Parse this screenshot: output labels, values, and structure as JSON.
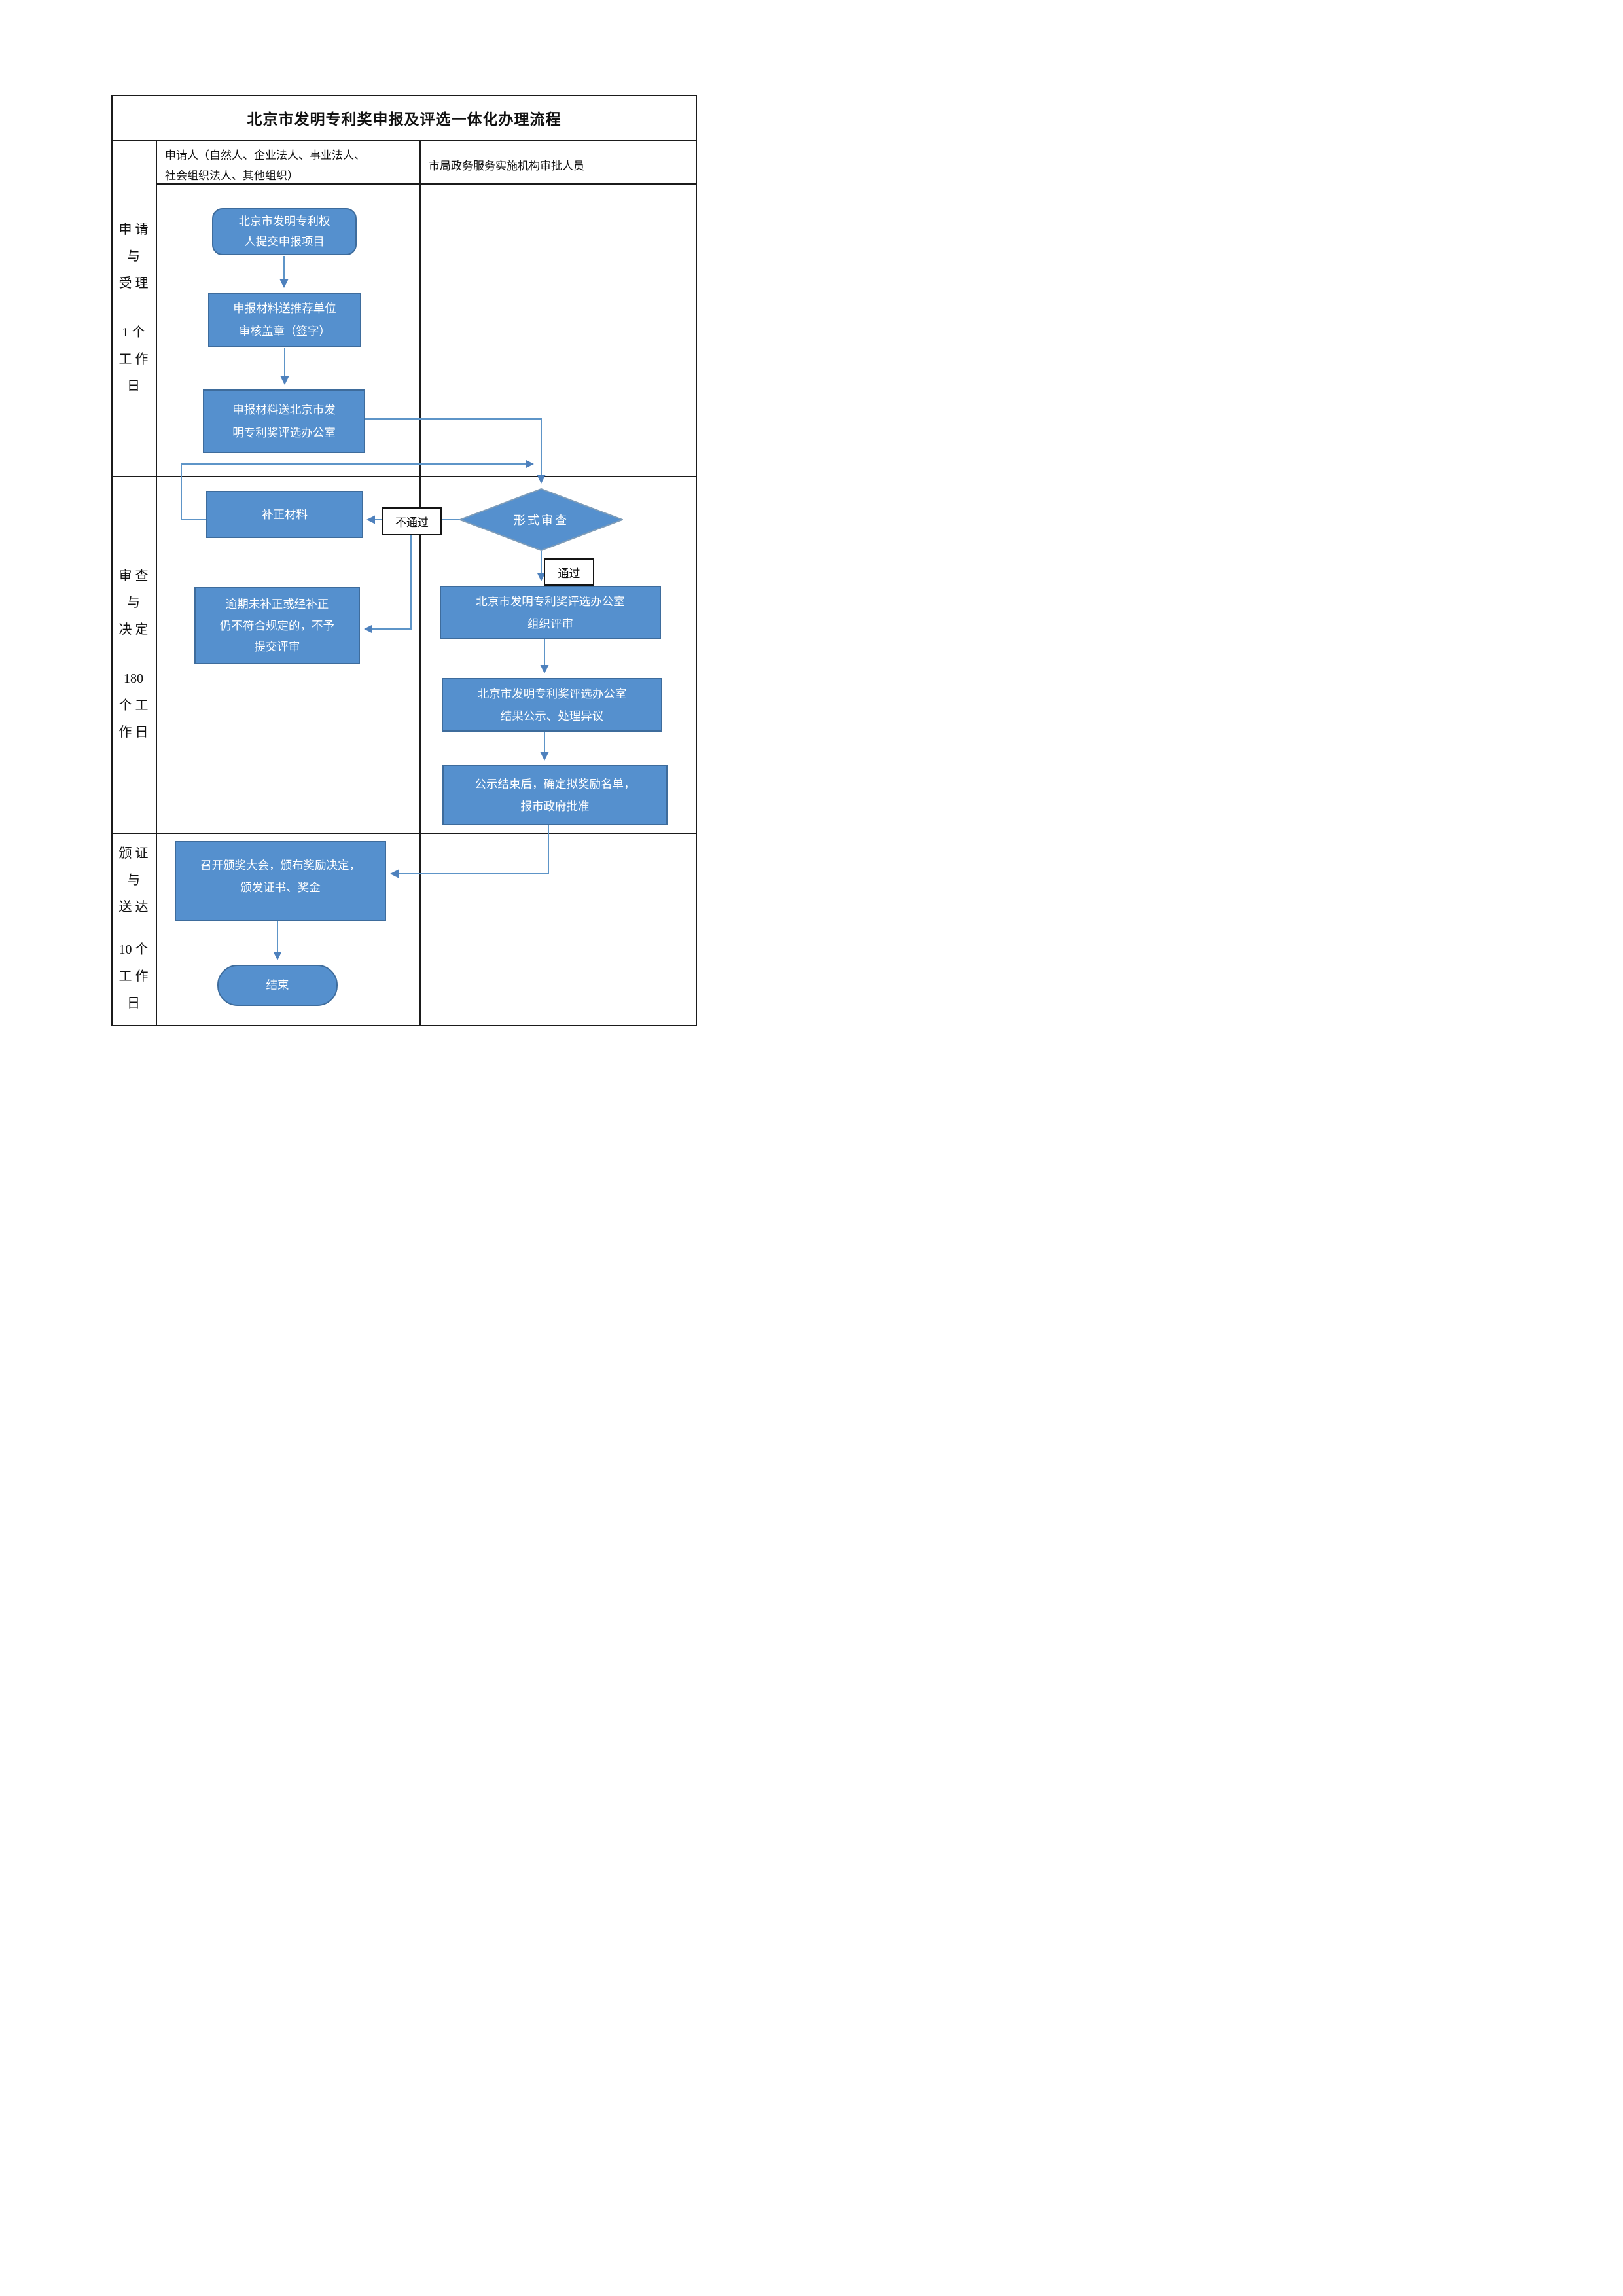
{
  "title": "北京市发明专利奖申报及评选一体化办理流程",
  "columns": {
    "applicant_header_lines": [
      "申请人（自然人、企业法人、事业法人、",
      "社会组织法人、其他组织）"
    ],
    "authority_header": "市局政务服务实施机构审批人员"
  },
  "sections": [
    {
      "phase_lines": [
        "申 请",
        "与",
        "受 理"
      ],
      "duration_lines": [
        "1 个",
        "工 作",
        "日"
      ]
    },
    {
      "phase_lines": [
        "审 查",
        "与",
        "决 定"
      ],
      "duration_lines": [
        "180",
        "个 工",
        "作 日"
      ]
    },
    {
      "phase_lines": [
        "颁 证",
        "与",
        "送 达"
      ],
      "duration_lines": [
        "10 个",
        "工 作",
        "日"
      ]
    }
  ],
  "nodes": {
    "submit": {
      "lines": [
        "北京市发明专利权",
        "人提交申报项目"
      ]
    },
    "recommend": {
      "lines": [
        "申报材料送推荐单位",
        "审核盖章（签字）"
      ]
    },
    "send_office": {
      "lines": [
        "申报材料送北京市发",
        "明专利奖评选办公室"
      ]
    },
    "formal_review": {
      "label": "形式审查"
    },
    "supplement": {
      "label": "补正材料"
    },
    "overdue": {
      "lines": [
        "逾期未补正或经补正",
        "仍不符合规定的，不予",
        "提交评审"
      ]
    },
    "review_org": {
      "lines": [
        "北京市发明专利奖评选办公室",
        "组织评审"
      ]
    },
    "publicity": {
      "lines": [
        "北京市发明专利奖评选办公室",
        "结果公示、处理异议"
      ]
    },
    "approval": {
      "lines": [
        "公示结束后，确定拟奖励名单，",
        "报市政府批准"
      ]
    },
    "ceremony": {
      "lines": [
        "召开颁奖大会，颁布奖励决定，",
        "颁发证书、奖金"
      ]
    },
    "end": {
      "label": "结束"
    }
  },
  "edge_labels": {
    "fail": "不通过",
    "pass": "通过"
  },
  "colors": {
    "shape-fill": "#5590CE",
    "shape-border": "#3E6C9C",
    "diamond-border": "#7E9CB8",
    "wire": "#5E95C8",
    "arrow": "#4E81BD",
    "table-line": "#1B1B1B",
    "box-text": "#FFFFFF"
  }
}
